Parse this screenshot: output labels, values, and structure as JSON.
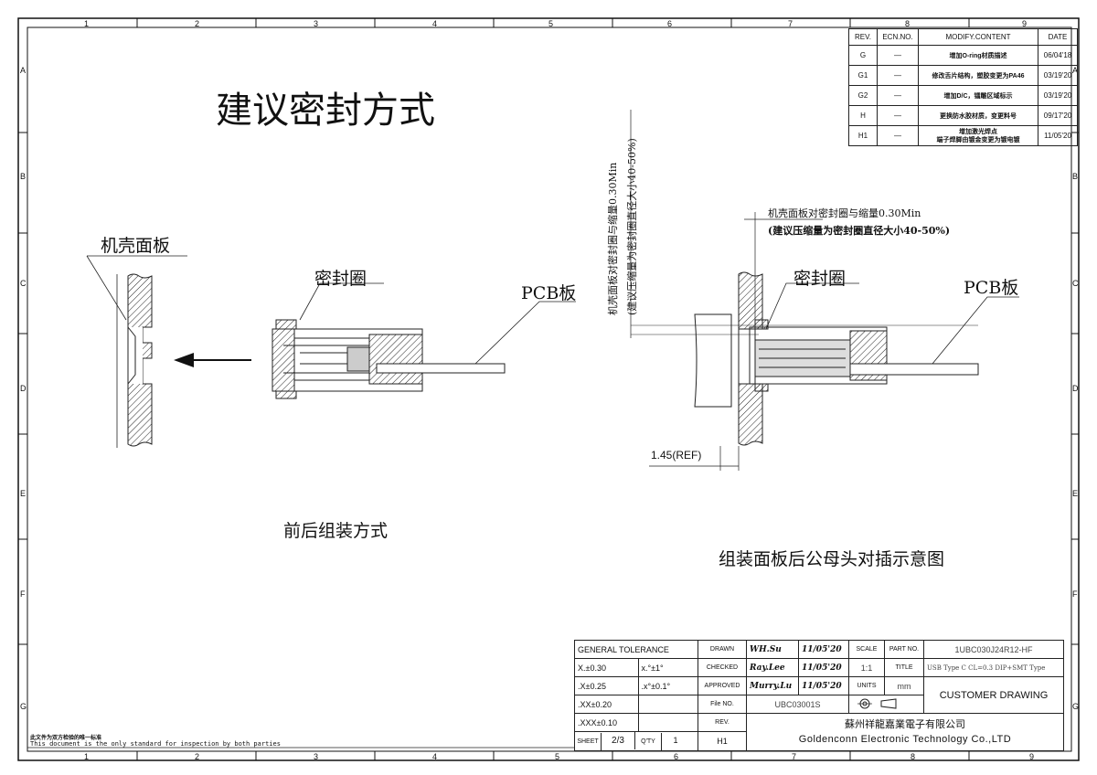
{
  "zones": {
    "columns": [
      "1",
      "2",
      "3",
      "4",
      "5",
      "6",
      "7",
      "8",
      "9"
    ],
    "rows": [
      "A",
      "B",
      "C",
      "D",
      "E",
      "F",
      "G"
    ]
  },
  "title": "建议密封方式",
  "left_view": {
    "panel_label": "机壳面板",
    "seal_label": "密封圈",
    "pcb_label": "PCB板",
    "caption": "前后组装方式"
  },
  "right_view": {
    "vertical_note_line1": "机壳面板对密封圈与缩量0.30Min",
    "vertical_note_line2": "(建议压缩量为密封圈直径大小40-50%)",
    "note_line1": "机壳面板对密封圈与缩量0.30Min",
    "note_line2": "(建议压缩量为密封圈直径大小40-50%)",
    "seal_label": "密封圈",
    "pcb_label": "PCB板",
    "dimension": "1.45(REF)",
    "caption": "组装面板后公母头对插示意图"
  },
  "revision_table": {
    "headers": [
      "REV.",
      "ECN.NO.",
      "MODIFY.CONTENT",
      "DATE"
    ],
    "rows": [
      {
        "rev": "G",
        "ecn": "—",
        "content": "增加O-ring材质描述",
        "date": "06/04'18"
      },
      {
        "rev": "G1",
        "ecn": "—",
        "content": "修改舌片结构，塑胶变更为PA46",
        "date": "03/19'20"
      },
      {
        "rev": "G2",
        "ecn": "—",
        "content": "增加D/C，镭雕区域标示",
        "date": "03/19'20"
      },
      {
        "rev": "H",
        "ecn": "—",
        "content": "更换防水胶材质，变更料号",
        "date": "09/17'20"
      },
      {
        "rev": "H1",
        "ecn": "—",
        "content": "增加激光焊点\n端子焊脚由镀金变更为镀电镀",
        "date": "11/05'20"
      }
    ]
  },
  "title_block": {
    "general_tolerance_label": "GENERAL TOLERANCE",
    "tol": [
      {
        "left": "X.±0.30",
        "right": "x.°±1°"
      },
      {
        "left": ".X±0.25",
        "right": ".x°±0.1°"
      },
      {
        "left": ".XX±0.20",
        "right": ""
      },
      {
        "left": ".XXX±0.10",
        "right": ""
      }
    ],
    "drawn_label": "DRAWN",
    "drawn_by": "WH.Su",
    "drawn_date": "11/05'20",
    "checked_label": "CHECKED",
    "checked_by": "Ray.Lee",
    "checked_date": "11/05'20",
    "approved_label": "APPROVED",
    "approved_by": "Murry.Lu",
    "approved_date": "11/05'20",
    "scale_label": "SCALE",
    "scale": "1:1",
    "units_label": "UNITS",
    "units": "mm",
    "part_no_label": "PART NO.",
    "part_no": "1UBC030J24R12-HF",
    "title_label": "TITLE",
    "title_value": "USB Type C CL=0.3 DIP+SMT Type",
    "customer_drawing": "CUSTOMER DRAWING",
    "file_no_label": "File NO.",
    "file_no": "UBC03001S",
    "rev_label": "REV.",
    "sheet_label": "SHEET",
    "sheet": "2/3",
    "qty_label": "Q'TY",
    "qty": "1",
    "rev_value": "H1",
    "company_cn": "蘇州祥龍嘉業電子有限公司",
    "company_en": "Goldenconn Electronic Technology Co.,LTD"
  },
  "footer_note_cn": "此文件为双方检验的唯一标准",
  "footer_note_en": "This document is the only standard for inspection by both parties"
}
